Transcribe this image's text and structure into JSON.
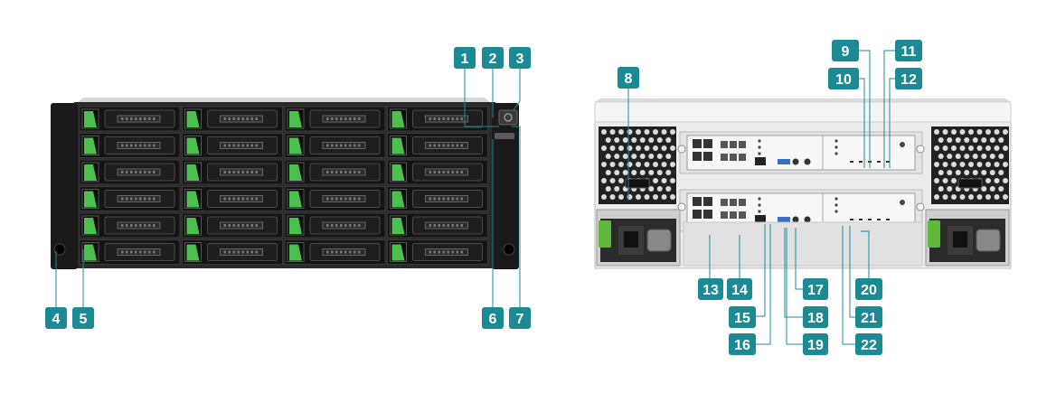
{
  "front_view": {
    "bay_rows": 6,
    "bay_cols": 4,
    "drive_led_color": "#4cc04c"
  },
  "rear_view": {
    "controller_count": 2,
    "psu_count": 2,
    "psu_lever_color": "#5fb83a"
  },
  "callouts": {
    "front": [
      "1",
      "2",
      "3",
      "4",
      "5",
      "6",
      "7"
    ],
    "rear": [
      "8",
      "9",
      "10",
      "11",
      "12",
      "13",
      "14",
      "15",
      "16",
      "17",
      "18",
      "19",
      "20",
      "21",
      "22"
    ]
  },
  "colors": {
    "badge": "#1c8a95",
    "chassis_dark": "#1c1c1c",
    "chassis_light": "#e8e8e8"
  }
}
